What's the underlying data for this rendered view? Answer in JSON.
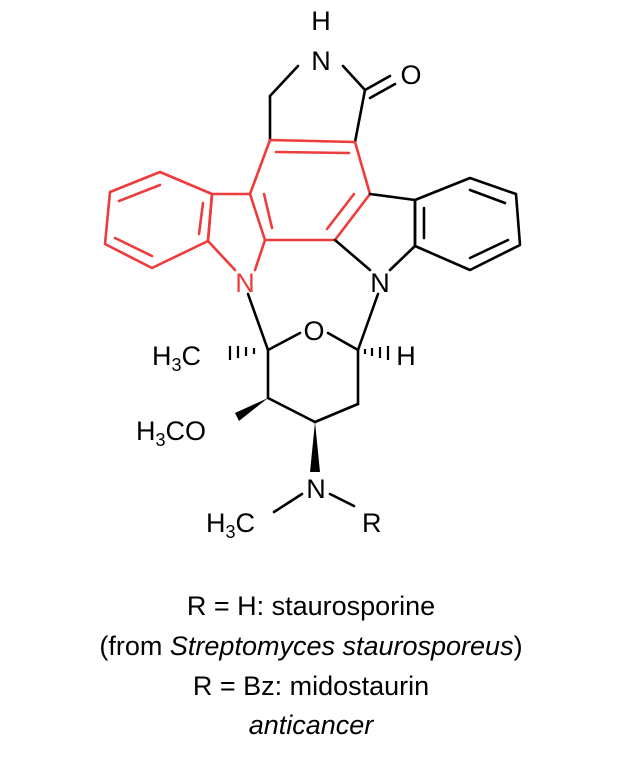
{
  "atoms": {
    "nh_n": "N",
    "nh_h": "H",
    "carbonyl_o": "O",
    "indole_n_left": "N",
    "indole_n_right": "N",
    "ring_o": "O",
    "methyl_h": "H",
    "methyl_sub": "3",
    "methyl_c": "C",
    "bridge_h": "H",
    "methoxy_h": "H",
    "methoxy_sub": "3",
    "methoxy_co": "CO",
    "amine_n": "N",
    "nmethyl_h": "H",
    "nmethyl_sub": "3",
    "nmethyl_c": "C",
    "r_group": "R"
  },
  "caption": {
    "line1": "R = H: staurosporine",
    "line2_prefix": "(from ",
    "line2_italic": "Streptomyces staurosporeus",
    "line2_suffix": ")",
    "line3": "R = Bz: midostaurin",
    "line4": "anticancer"
  },
  "colors": {
    "highlight": "#ee3b3b",
    "bond": "#000000"
  }
}
